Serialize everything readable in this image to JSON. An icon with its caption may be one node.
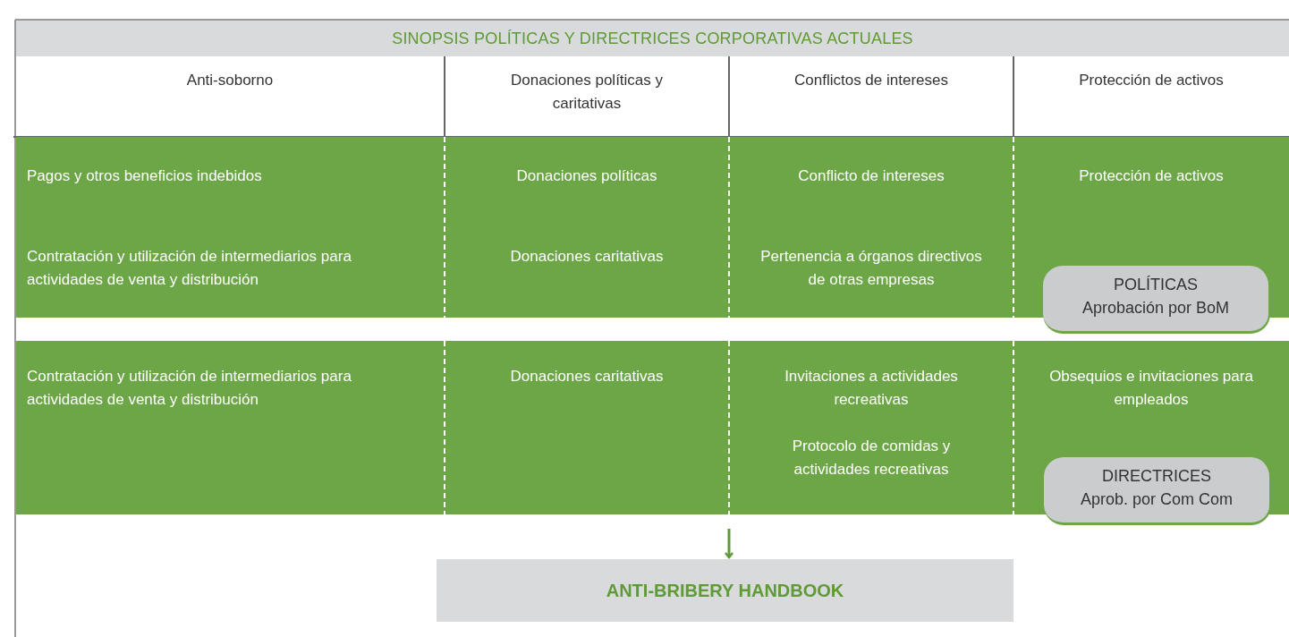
{
  "diagram": {
    "title": "SINOPSIS POLÍTICAS Y DIRECTRICES CORPORATIVAS ACTUALES",
    "nodes": [
      {
        "text": [
          "Pagos y otros beneficios indebidos",
          "Contratación y utilización de intermediarios para actividades de venta y distribución",
          "Donaciones políticas",
          "Donaciones caritativas",
          "Conflicto de intereses",
          "Pertenencia a órganos directivos de otras empresas",
          "Protección de activos"
        ]
      },
      {
        "text": [
          "POLÍTICAS",
          "Aprobación por BoM"
        ]
      },
      {
        "text": [
          "Contratación y utilización de intermediarios para actividades de venta y distribución",
          "Donaciones caritativas",
          "Invitaciones a actividades recreativas",
          "Protocolo de comidas y actividades recreativas",
          "Obsequios e invitaciones para empleados"
        ]
      },
      {
        "text": [
          "DIRECTRICES",
          "Aprob. por Com Com"
        ]
      },
      {
        "text": [
          "ANTI-BRIBERY HANDBOOK"
        ]
      }
    ],
    "edges": [
      {
        "from": 2,
        "to": 4,
        "arrow": "to"
      }
    ],
    "labels": [
      "Anti-soborno",
      "Donaciones políticas y caritativas",
      "Conflictos de intereses",
      "Protección de activos"
    ]
  }
}
